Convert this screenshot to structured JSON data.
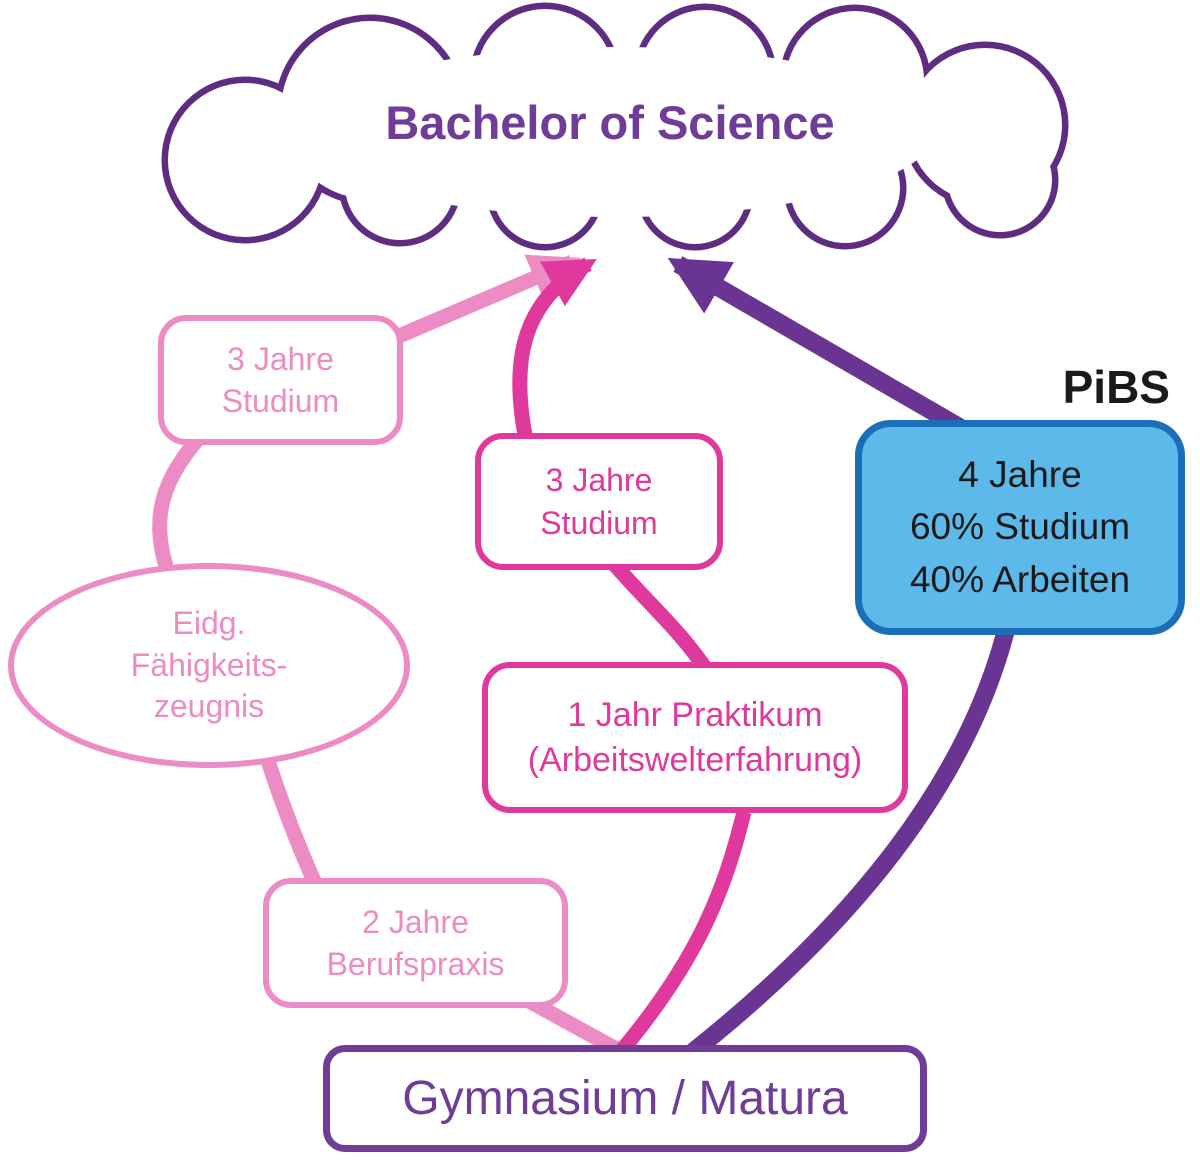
{
  "colors": {
    "pink": "#ec8bc4",
    "magenta": "#e0399e",
    "path_purple": "#6a3492",
    "cloud_purple": "#5e2d82",
    "purple_text": "#6f3d98",
    "blue_fill": "#5cb9e9",
    "blue_border": "#1b6fb8",
    "ink": "#1a1a1a"
  },
  "diagram": {
    "goal": {
      "label": "Bachelor of Science"
    },
    "start": {
      "label": "Gymnasium / Matura"
    },
    "apprenticeship_path": {
      "studium": {
        "line1": "3 Jahre",
        "line2": "Studium"
      },
      "efz": {
        "line1": "Eidg.",
        "line2": "Fähigkeits-",
        "line3": "zeugnis"
      },
      "berufspraxis": {
        "line1": "2 Jahre",
        "line2": "Berufspraxis"
      }
    },
    "praktikum_path": {
      "studium": {
        "line1": "3 Jahre",
        "line2": "Studium"
      },
      "praktikum": {
        "line1": "1 Jahr Praktikum",
        "line2": "(Arbeitswelterfahrung)"
      }
    },
    "pibs_path": {
      "title": "PiBS",
      "box": {
        "line1": "4 Jahre",
        "line2": "60% Studium",
        "line3": "40% Arbeiten"
      }
    }
  }
}
